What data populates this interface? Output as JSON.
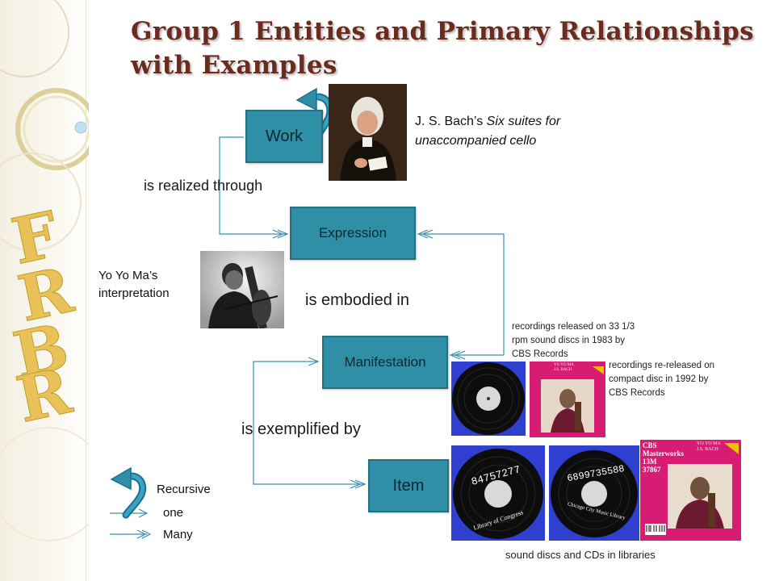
{
  "title": "Group 1 Entities and Primary Relationships with Examples",
  "sidebar": {
    "logo_letters": [
      "F",
      "R",
      "B",
      "R"
    ]
  },
  "entities": {
    "work": "Work",
    "expression": "Expression",
    "manifestation": "Manifestation",
    "item": "Item"
  },
  "relationships": {
    "realized": "is realized through",
    "embodied": "is embodied in",
    "exemplified": "is exemplified by"
  },
  "examples": {
    "work_plain": "J. S. Bach’s ",
    "work_italic_1": "Six suites for",
    "work_italic_2": "unaccompanied cello",
    "expression_1": "Yo Yo Ma’s",
    "expression_2": "interpretation",
    "manifestation_lp_1": "recordings released on 33 1/3",
    "manifestation_lp_2": "rpm sound discs in 1983 by",
    "manifestation_lp_3": "CBS Records",
    "manifestation_cd_1": "recordings re-released on",
    "manifestation_cd_2": "compact disc in 1992 by",
    "manifestation_cd_3": "CBS Records",
    "items_caption": "sound discs and CDs in libraries"
  },
  "media": {
    "disc1_label": "84757277",
    "disc1_sub": "Library of Congress",
    "disc2_label": "6899735588",
    "disc2_sub": "Chicago City Music Library",
    "cd_text_1": "CBS",
    "cd_text_2": "Masterworks",
    "cd_text_3": "13M",
    "cd_text_4": "37867",
    "cd_text_5": "YO YO MA",
    "cd_text_6": "J.S. BACH"
  },
  "legend": {
    "recursive": "Recursive",
    "one": "one",
    "many": "Many"
  },
  "colors": {
    "box": "#2e8fa6",
    "arrow": "#3a8fb0",
    "title": "#6b2b1f",
    "lp_background": "#2f3fd0",
    "cd_background": "#d81b73"
  }
}
